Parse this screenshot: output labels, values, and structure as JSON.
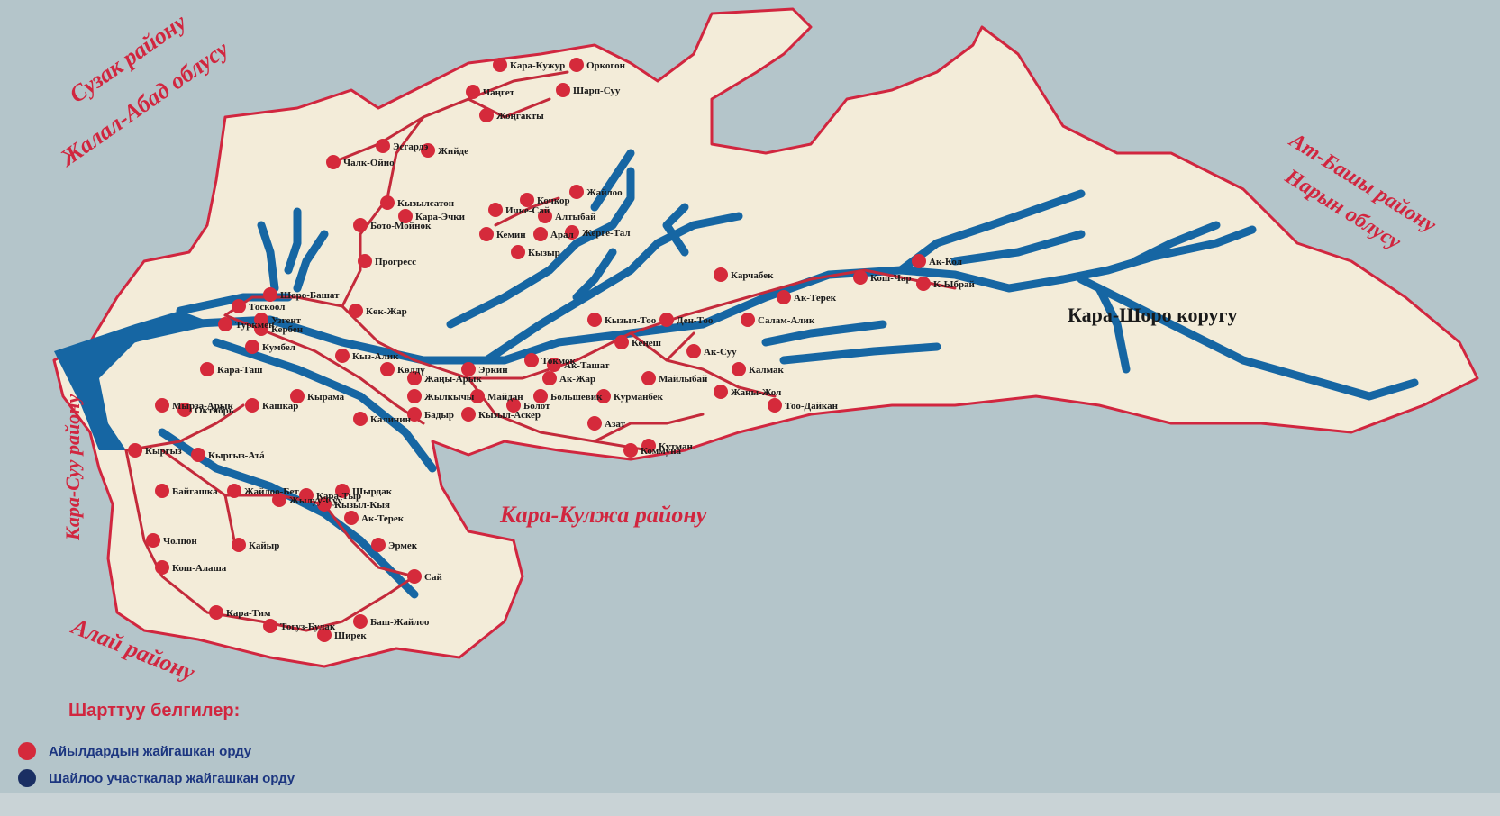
{
  "regions": [
    {
      "id": "suzak",
      "text": "Сузак району"
    },
    {
      "id": "jalal",
      "text": "Жалал-Абад облусу"
    },
    {
      "id": "atbash",
      "text": "Ат-Башы району"
    },
    {
      "id": "naryn",
      "text": "Нарын облусу"
    },
    {
      "id": "karasuu",
      "text": "Кара-Суу району"
    },
    {
      "id": "karakulja",
      "text": "Кара-Кулжа району"
    },
    {
      "id": "alai",
      "text": "Алай району"
    }
  ],
  "reserve_label": "Кара-Шоро коругу",
  "villages": [
    "Кара-Кужур",
    "Оркогон",
    "Чаңгет",
    "Шарп-Суу",
    "Жоңгакты",
    "Чалк-Ойио",
    "Эсгардэ",
    "Жийде",
    "Кызылсатон",
    "Бото-Мойнок",
    "Кара-Эчки",
    "Прогресс",
    "Ичке-Сай",
    "Жайлоо",
    "Алтыбай",
    "Арал",
    "Кызыр",
    "Карчабек",
    "Ак-Кол",
    "Кош-Чар",
    "К-Ыбрай",
    "Ак-Терек",
    "Салам-Алик",
    "Кумбел",
    "Шоро-Башат",
    "Тоскоол",
    "Узгент",
    "Көк-Жар",
    "Кырама",
    "Октябрь",
    "Мырза-Арык",
    "Кашкар",
    "Кара-Таш",
    "Туркмен",
    "Кербен",
    "Кыз-Алик",
    "Көлдү",
    "Жаңы-Арык",
    "Кызыл-Тоо",
    "Ден-Тоо",
    "Жылкычы",
    "Ак-Ташат",
    "Ак-Жар",
    "Большевик",
    "Кеңеш",
    "Ак-Суу",
    "Калмак",
    "Жаңы-Жол",
    "Тоо-Дайкан",
    "Майлыбай",
    "Эркин",
    "Бадыр",
    "Кызыл-Аскер",
    "Калинин",
    "Болот",
    "Курманбек",
    "Кемин",
    "Жерге-Тал",
    "Кочкор",
    "Майдан",
    "Токмок",
    "Азат",
    "Кутман",
    "Кыргыз-Атá",
    "Байгашка",
    "Жайлоо-Бет",
    "Жылуу-Суу",
    "Кызыл-Кыя",
    "Ак-Терек",
    "Эрмек",
    "Сай",
    "Шырдак",
    "Кара-Тыр",
    "Кайыр",
    "Кош-Алаша",
    "Кара-Тим",
    "Тогуз-Булак",
    "Ширек",
    "Баш-Жайлоо",
    "Чолпон",
    "Кыргыз",
    "Коммуна"
  ],
  "legend": {
    "title": "Шарттуу белгилер:",
    "items": [
      {
        "label": "Айылдардын жайгашкан орду",
        "color": "#d52a3b"
      },
      {
        "label": "Шайлоо участкалар жайгашкан орду",
        "color": "#1a2f63"
      }
    ]
  },
  "colors": {
    "land": "#f3ecd9",
    "border": "#d1263f",
    "river": "#1666a3",
    "background": "#b4c5ca"
  }
}
